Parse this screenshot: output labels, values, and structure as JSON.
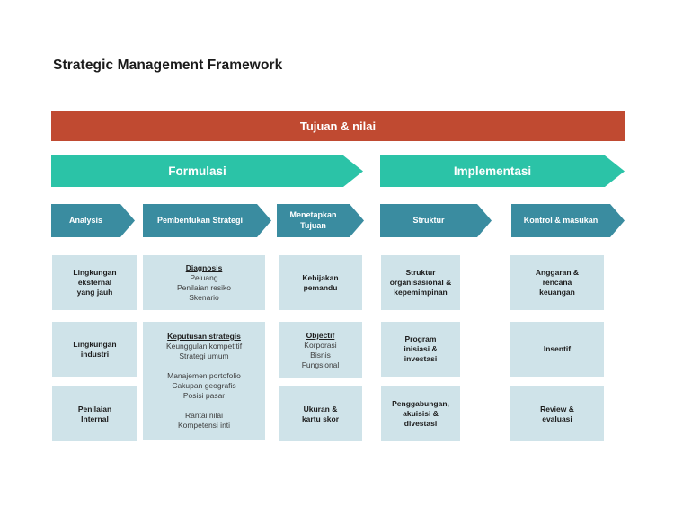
{
  "title": "Strategic Management Framework",
  "banner": {
    "label": "Tujuan & nilai"
  },
  "phases": [
    {
      "label": "Formulasi"
    },
    {
      "label": "Implementasi"
    }
  ],
  "columns": [
    {
      "arrow_label": "Analysis",
      "boxes": [
        {
          "lines": [
            {
              "t": "Lingkungan",
              "b": true
            },
            {
              "t": "eksternal",
              "b": true
            },
            {
              "t": "yang jauh",
              "b": true
            }
          ]
        },
        {
          "lines": [
            {
              "t": "Lingkungan",
              "b": true
            },
            {
              "t": "industri",
              "b": true
            }
          ]
        },
        {
          "lines": [
            {
              "t": "Penilaian",
              "b": true
            },
            {
              "t": "Internal",
              "b": true
            }
          ]
        }
      ]
    },
    {
      "arrow_label": "Pembentukan Strategi",
      "boxes": [
        {
          "lines": [
            {
              "t": "Diagnosis",
              "b": true,
              "u": true
            },
            {
              "t": "Peluang"
            },
            {
              "t": "Penilaian resiko"
            },
            {
              "t": "Skenario"
            }
          ]
        },
        {
          "lines": [
            {
              "t": "Keputusan strategis",
              "b": true,
              "u": true
            },
            {
              "t": "Keunggulan kompetitif"
            },
            {
              "t": "Strategi umum"
            },
            {
              "t": ""
            },
            {
              "t": "Manajemen portofolio"
            },
            {
              "t": "Cakupan geografis"
            },
            {
              "t": "Posisi pasar"
            },
            {
              "t": ""
            },
            {
              "t": "Rantai nilai"
            },
            {
              "t": "Kompetensi inti"
            }
          ]
        }
      ]
    },
    {
      "arrow_label": "Menetapkan Tujuan",
      "boxes": [
        {
          "lines": [
            {
              "t": "Kebijakan",
              "b": true
            },
            {
              "t": "pemandu",
              "b": true
            }
          ]
        },
        {
          "lines": [
            {
              "t": "Objectif",
              "b": true,
              "u": true
            },
            {
              "t": "Korporasi"
            },
            {
              "t": "Bisnis"
            },
            {
              "t": "Fungsional"
            }
          ]
        },
        {
          "lines": [
            {
              "t": "Ukuran &",
              "b": true
            },
            {
              "t": "kartu skor",
              "b": true
            }
          ]
        }
      ]
    },
    {
      "arrow_label": "Struktur",
      "boxes": [
        {
          "lines": [
            {
              "t": "Struktur",
              "b": true
            },
            {
              "t": "organisasional &",
              "b": true
            },
            {
              "t": "kepemimpinan",
              "b": true
            }
          ]
        },
        {
          "lines": [
            {
              "t": "Program",
              "b": true
            },
            {
              "t": "inisiasi &",
              "b": true
            },
            {
              "t": "investasi",
              "b": true
            }
          ]
        },
        {
          "lines": [
            {
              "t": "Penggabungan,",
              "b": true
            },
            {
              "t": "akuisisi &",
              "b": true
            },
            {
              "t": "divestasi",
              "b": true
            }
          ]
        }
      ]
    },
    {
      "arrow_label": "Kontrol & masukan",
      "boxes": [
        {
          "lines": [
            {
              "t": "Anggaran &",
              "b": true
            },
            {
              "t": "rencana",
              "b": true
            },
            {
              "t": "keuangan",
              "b": true
            }
          ]
        },
        {
          "lines": [
            {
              "t": "Insentif",
              "b": true
            }
          ]
        },
        {
          "lines": [
            {
              "t": "Review &",
              "b": true
            },
            {
              "t": "evaluasi",
              "b": true
            }
          ]
        }
      ]
    }
  ],
  "colors": {
    "banner_red": "#C04A31",
    "phase_teal": "#2BC3A7",
    "step_teal": "#3A8CA0",
    "box_blue": "#CFE3E9"
  }
}
